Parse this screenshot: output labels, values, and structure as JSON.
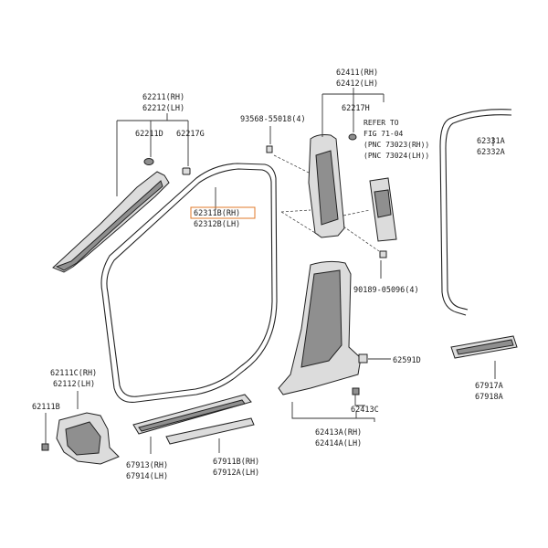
{
  "labels": {
    "a_pillar_rh": "62211(RH)",
    "a_pillar_lh": "62212(LH)",
    "clip_d": "62211D",
    "clip_g": "62217G",
    "weatherstrip_rh": "62311B(RH)",
    "weatherstrip_lh": "62312B(LH)",
    "screw": "93568-55018(4)",
    "b_pillar_rh": "62411(RH)",
    "b_pillar_lh": "62412(LH)",
    "clip_h": "62217H",
    "refer_1": "REFER TO",
    "refer_2": "FIG 71-04",
    "refer_3": "(PNC 73023(RH))",
    "refer_4": "(PNC 73024(LH))",
    "rear_seal_rh": "62331A",
    "rear_seal_lh": "62332A",
    "clip_90189": "90189-05096(4)",
    "clip_62591": "62591D",
    "cowl_rh": "62111C(RH)",
    "cowl_lh": "62112(LH)",
    "clip_62111b": "62111B",
    "clip_62413c": "62413C",
    "lower_b_rh": "62413A(RH)",
    "lower_b_lh": "62414A(LH)",
    "scuff_front_rh": "67913(RH)",
    "scuff_front_lh": "67914(LH)",
    "scuff_mid_rh": "67911B(RH)",
    "scuff_mid_lh": "67912A(LH)",
    "scuff_rear_rh": "67917A",
    "scuff_rear_lh": "67918A"
  },
  "colors": {
    "highlight": "#e07a2a",
    "line": "#333333"
  }
}
